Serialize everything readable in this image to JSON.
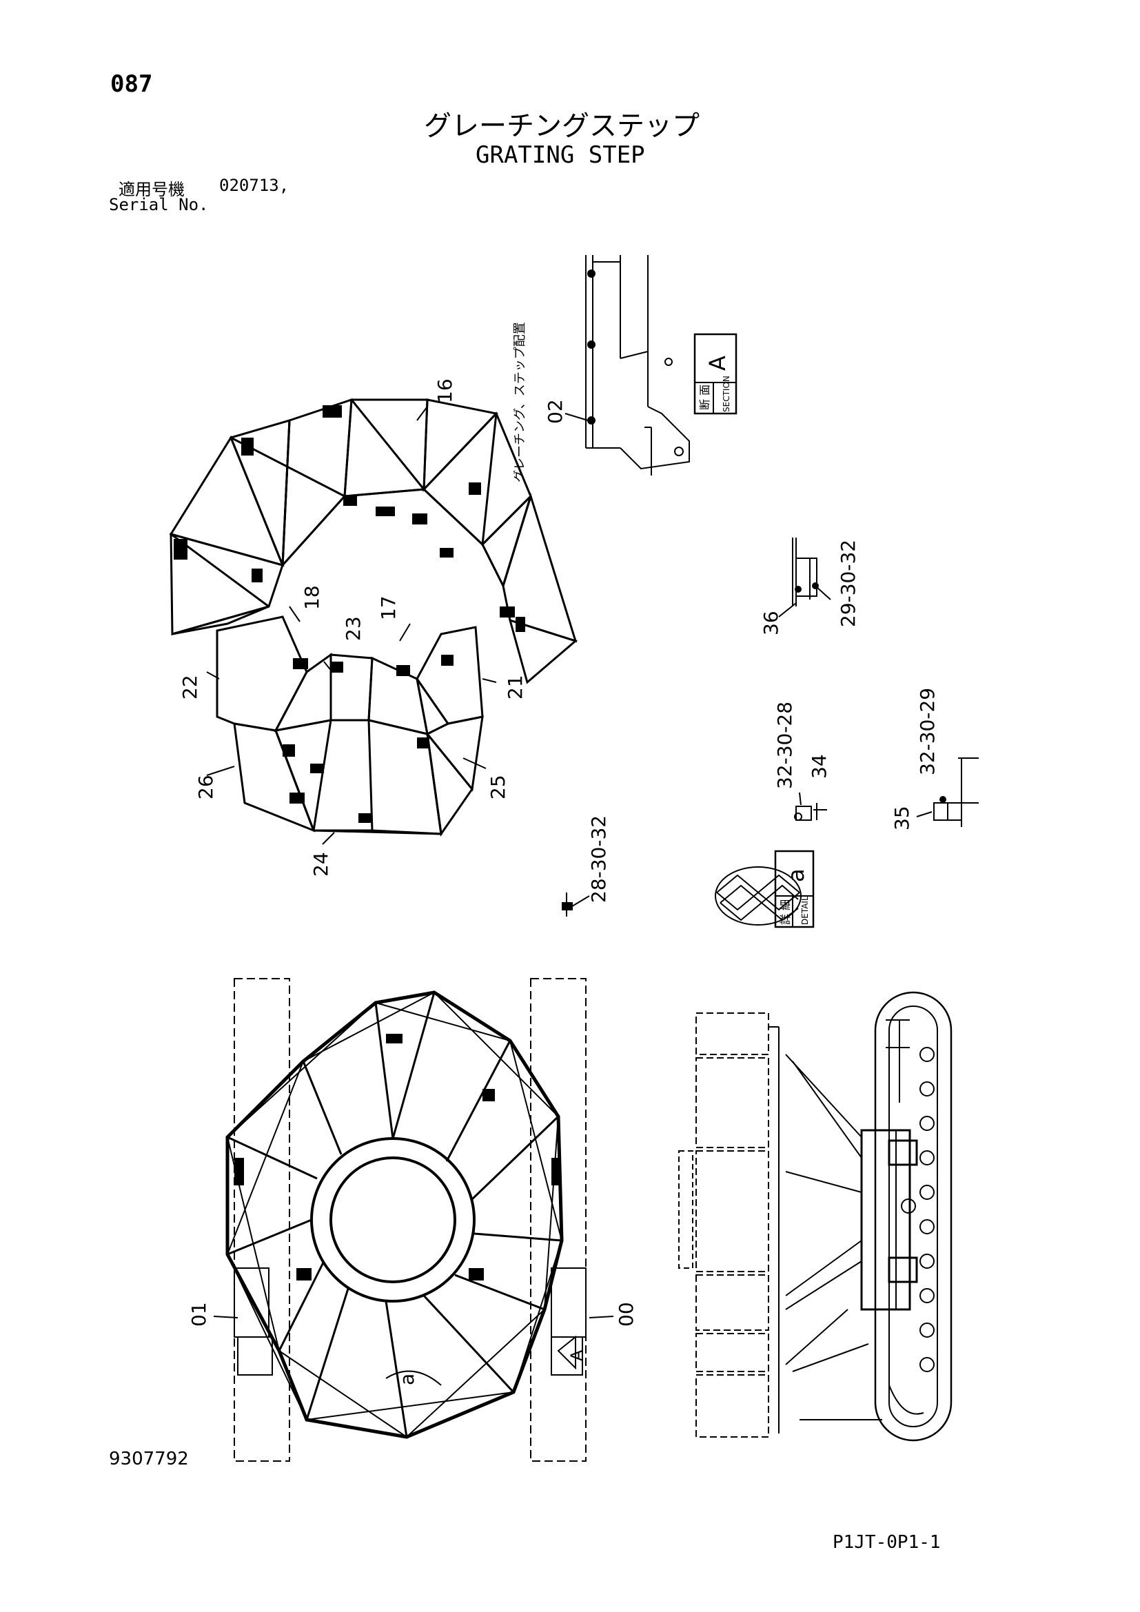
{
  "page_number": "087",
  "title_jp": "グレーチングステップ",
  "title_en": "GRATING STEP",
  "serial": {
    "label_jp": "適用号機",
    "label_en": "Serial No.",
    "value": "020713,"
  },
  "doc_number": "9307792",
  "sheet_code": "P1JT-0P1-1",
  "vertical_note": "グレーチング、ステップ配置",
  "section_box": {
    "jp": "断 面",
    "en": "SECTION",
    "letter": "A"
  },
  "detail_box": {
    "jp": "詳 細",
    "en": "DETAIL",
    "letter": "a"
  },
  "callouts": {
    "c16": "16",
    "c02": "02",
    "c18": "18",
    "c17": "17",
    "c23": "23",
    "c22": "22",
    "c21": "21",
    "c26": "26",
    "c25": "25",
    "c24": "24",
    "c36": "36",
    "c29_30_32": "29-30-32",
    "c32_30_28": "32-30-28",
    "c34": "34",
    "c32_30_29": "32-30-29",
    "c35": "35",
    "c28_30_32": "28-30-32",
    "c01": "01",
    "c00": "00",
    "view_a": "a",
    "view_A": "A"
  }
}
